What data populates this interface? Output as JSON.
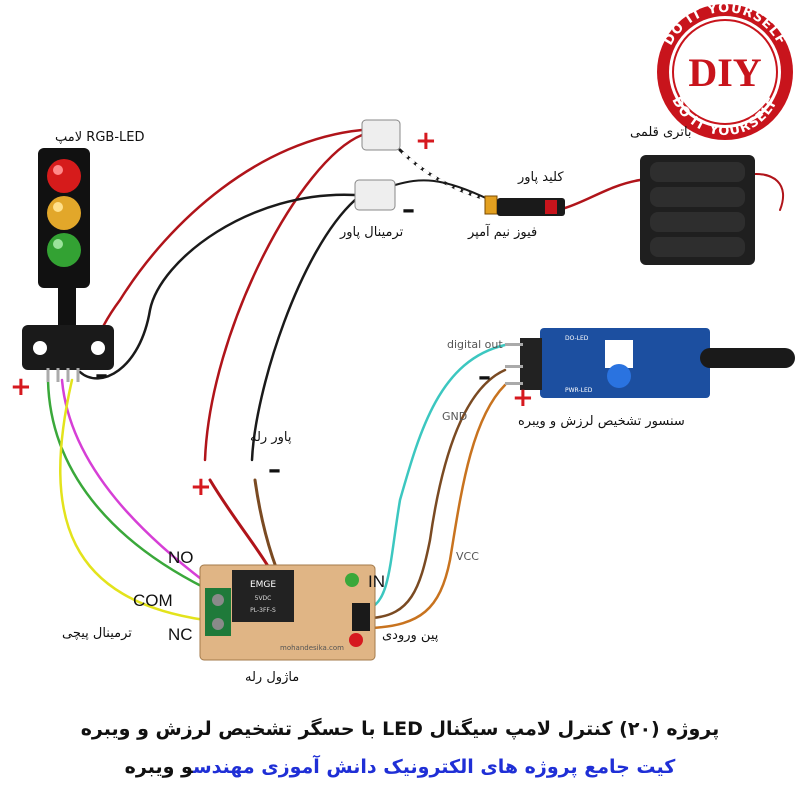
{
  "badge": {
    "text_top": "DO IT YOURSELF",
    "text_bottom": "DO IT YOURSELF",
    "center": "DIY"
  },
  "labels": {
    "lamp": "لامپ  RGB-LED",
    "battery": "باتری قلمی",
    "power_key": "کلید پاور",
    "fuse": "فیوز نیم آمپر",
    "power_terminal": "ترمینال پاور",
    "relay_power": "پاور رله",
    "sensor": "سنسور تشخیص لرزش و ویبره",
    "input_pin": "پین ورودی",
    "relay_module": "ماژول رله",
    "screw_terminal": "ترمینال پیچی",
    "digital_out": "digital out",
    "gnd": "GND",
    "vcc": "VCC",
    "in": "IN",
    "no": "NO",
    "com": "COM",
    "nc": "NC",
    "plus": "+",
    "minus": "–"
  },
  "board": {
    "relay_brand": "EMGE",
    "relay_text": "PL-3FF-S",
    "relay_volt": "5VDC",
    "site": "mohandesika.com",
    "sensor_do": "DO-LED",
    "sensor_pwr": "PWR-LED"
  },
  "caption": {
    "line1": "پروژه (۲۰) کنترل لامپ سیگنال LED با حسگر تشخیص لرزش و ویبره",
    "line2_blue": "کیت جامع پروژه های الکترونیک دانش آموزی مهندس",
    "line2_black": "و ویبره"
  },
  "colors": {
    "wire_red": "#b0141a",
    "wire_black": "#1a1a1a",
    "wire_cyan": "#3cc7c0",
    "wire_orange": "#c8731f",
    "wire_brown": "#7a4a22",
    "wire_green": "#3aa83a",
    "wire_magenta": "#d63fd6",
    "wire_yellow": "#e3e31c",
    "sensor_blue": "#1c4fa0",
    "relay_board": "#e0b585",
    "badge_red": "#c8141c",
    "caption_blue": "#1f2fd6"
  }
}
